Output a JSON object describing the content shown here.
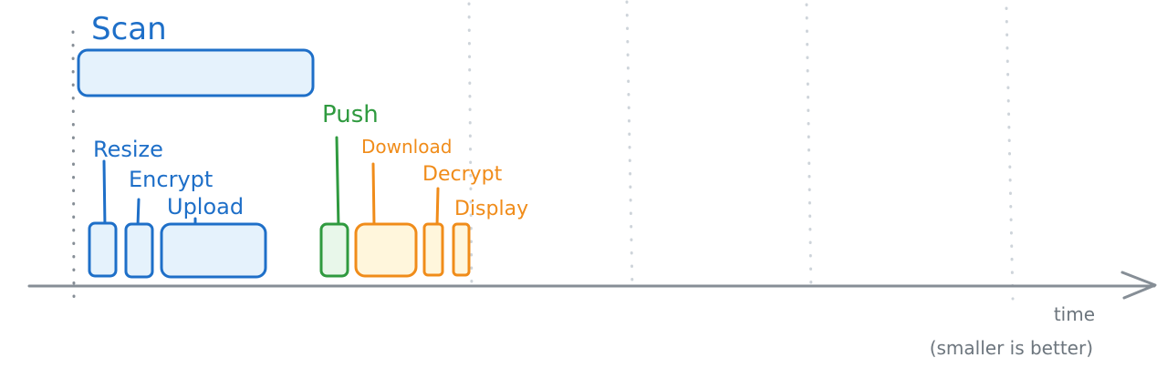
{
  "colors": {
    "blue": "#1e6fc8",
    "blue_fill": "#e5f2fc",
    "green": "#2f9a3f",
    "green_fill": "#e8f7ea",
    "orange": "#f08c1a",
    "orange_fill": "#fff6dc",
    "axis": "#868e96",
    "grid": "#ced4da",
    "grid_dark": "#868e96"
  },
  "axis": {
    "label": "time",
    "sublabel": "(smaller is better)"
  },
  "steps": {
    "scan": "Scan",
    "resize": "Resize",
    "encrypt": "Encrypt",
    "upload": "Upload",
    "push": "Push",
    "download": "Download",
    "decrypt": "Decrypt",
    "display": "Display"
  }
}
